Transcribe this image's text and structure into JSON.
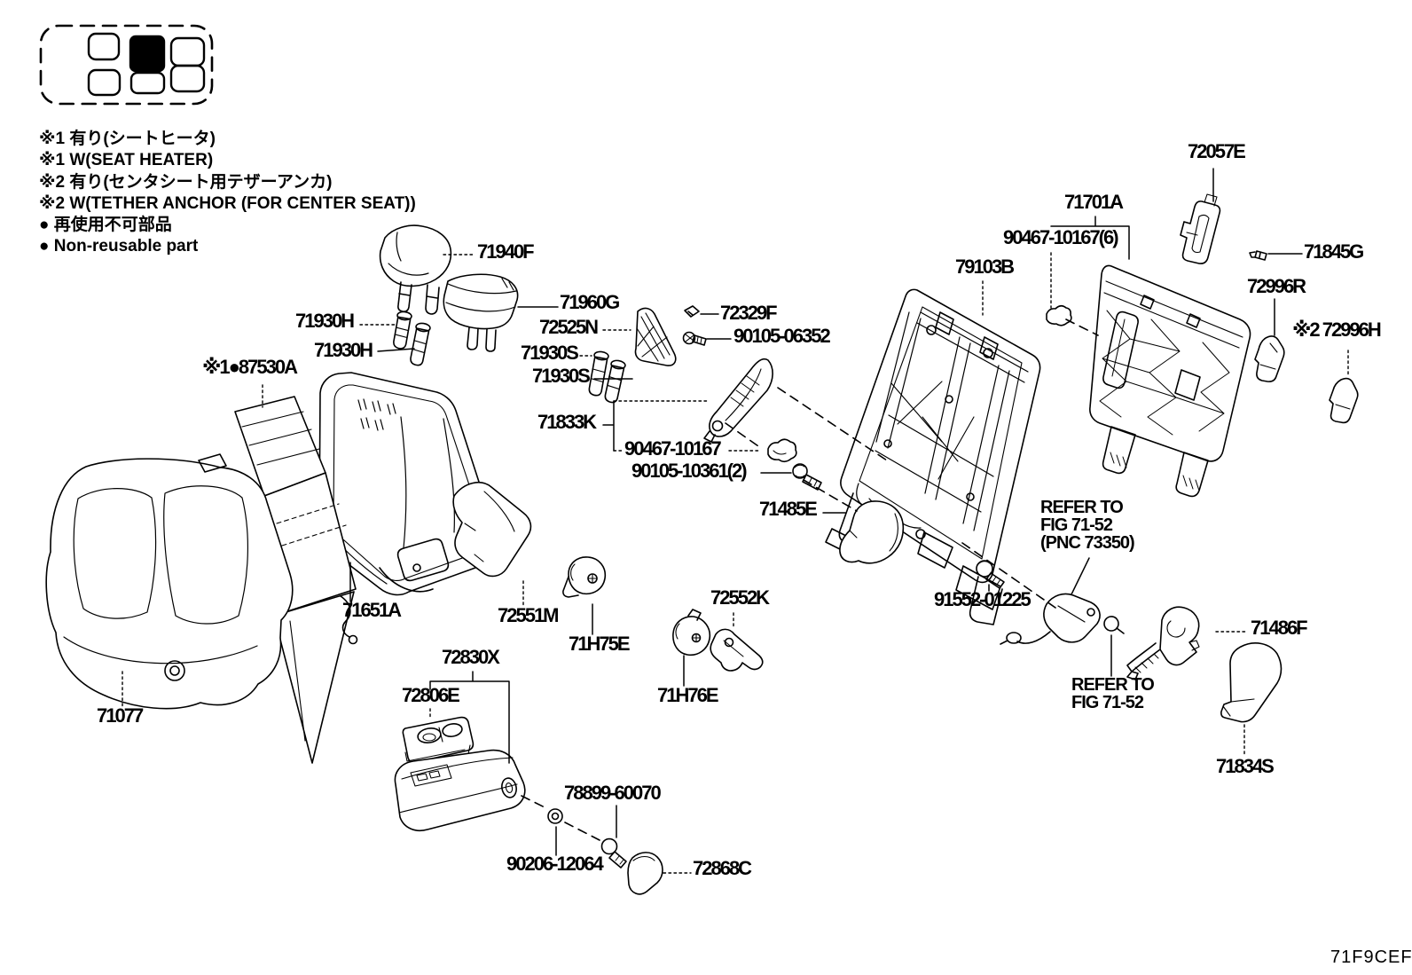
{
  "legend": {
    "seat_map_icon": "seat-position-indicator",
    "notes": [
      "※1 有り(シートヒータ)",
      "※1 W(SEAT HEATER)",
      "※2 有り(センタシート用テザーアンカ)",
      "※2 W(TETHER ANCHOR (FOR CENTER SEAT))",
      "● 再使用不可部品",
      "● Non-reusable part"
    ]
  },
  "figure_code": "71F9CEF",
  "labels": [
    {
      "id": "71940F",
      "text": "71940F"
    },
    {
      "id": "71960G",
      "text": "71960G"
    },
    {
      "id": "72525N",
      "text": "72525N"
    },
    {
      "id": "72329F",
      "text": "72329F"
    },
    {
      "id": "90105-06352",
      "text": "90105-06352"
    },
    {
      "id": "71930H-1",
      "text": "71930H"
    },
    {
      "id": "71930H-2",
      "text": "71930H"
    },
    {
      "id": "71930S-1",
      "text": "71930S"
    },
    {
      "id": "71930S-2",
      "text": "71930S"
    },
    {
      "id": "87530A",
      "text": "※1●87530A"
    },
    {
      "id": "71833K",
      "text": "71833K"
    },
    {
      "id": "90467-10167",
      "text": "90467-10167"
    },
    {
      "id": "90105-10361",
      "text": "90105-10361(2)"
    },
    {
      "id": "71077",
      "text": "71077"
    },
    {
      "id": "71651A",
      "text": "71651A"
    },
    {
      "id": "72551M",
      "text": "72551M"
    },
    {
      "id": "71H75E",
      "text": "71H75E"
    },
    {
      "id": "72552K",
      "text": "72552K"
    },
    {
      "id": "71H76E",
      "text": "71H76E"
    },
    {
      "id": "72830X",
      "text": "72830X"
    },
    {
      "id": "72806E",
      "text": "72806E"
    },
    {
      "id": "78899-60070",
      "text": "78899-60070"
    },
    {
      "id": "90206-12064",
      "text": "90206-12064"
    },
    {
      "id": "72868C",
      "text": "72868C"
    },
    {
      "id": "71485E",
      "text": "71485E"
    },
    {
      "id": "79103B",
      "text": "79103B"
    },
    {
      "id": "71701A",
      "text": "71701A"
    },
    {
      "id": "90467-10167-6",
      "text": "90467-10167(6)"
    },
    {
      "id": "72057E",
      "text": "72057E"
    },
    {
      "id": "71845G",
      "text": "71845G"
    },
    {
      "id": "72996R",
      "text": "72996R"
    },
    {
      "id": "72996H",
      "text": "※2 72996H"
    },
    {
      "id": "refer-1",
      "text": "REFER TO\nFIG 71-52\n(PNC 73350)"
    },
    {
      "id": "91552-01225",
      "text": "91552-01225"
    },
    {
      "id": "refer-2",
      "text": "REFER TO\nFIG 71-52"
    },
    {
      "id": "71486F",
      "text": "71486F"
    },
    {
      "id": "71834S",
      "text": "71834S"
    }
  ]
}
